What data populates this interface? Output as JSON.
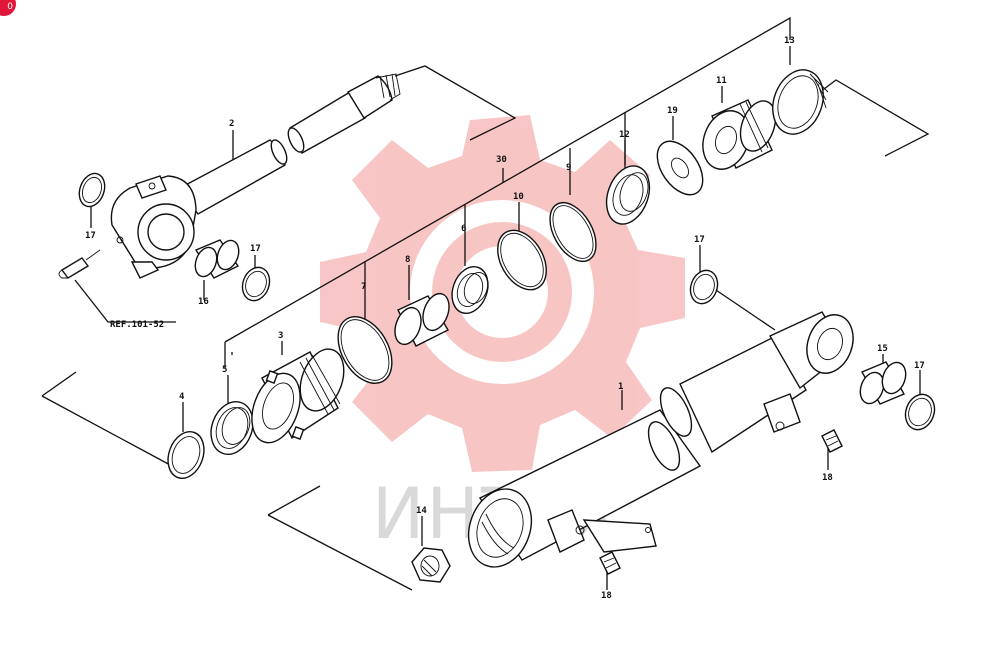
{
  "badge": {
    "text": "0",
    "color": "#e0173a"
  },
  "watermark": {
    "text": "ИНТЕХ",
    "icon": "gear-icon",
    "color": "#f08080"
  },
  "reference": {
    "text": "REF.101-52"
  },
  "labels": {
    "p1": "1",
    "p2": "2",
    "p3": "3",
    "p4": "4",
    "p5": "5",
    "p6": "6",
    "p7": "7",
    "p8": "8",
    "p9": "9",
    "p10": "10",
    "p11": "11",
    "p12": "12",
    "p13": "13",
    "p14": "14",
    "p15": "15",
    "p16": "16",
    "p17a": "17",
    "p17b": "17",
    "p17c": "17",
    "p17d": "17",
    "p18a": "18",
    "p18b": "18",
    "p19": "19",
    "p30": "30"
  }
}
